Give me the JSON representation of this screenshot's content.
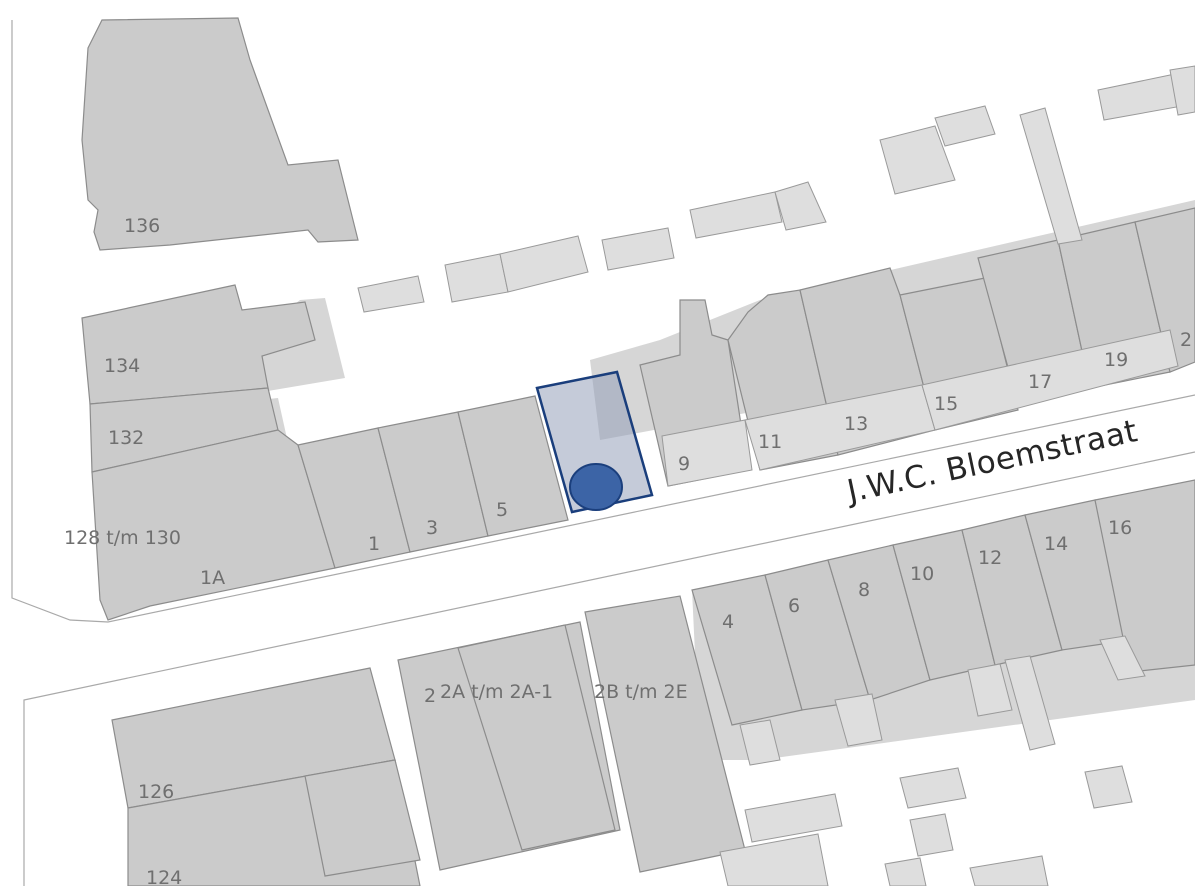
{
  "map": {
    "street_name": "J.W.C. Bloemstraat",
    "house_numbers": {
      "n136": "136",
      "n134": "134",
      "n132": "132",
      "n128_130": "128 t/m 130",
      "n1a": "1A",
      "n1": "1",
      "n3": "3",
      "n5": "5",
      "n9": "9",
      "n11": "11",
      "n13": "13",
      "n15": "15",
      "n17": "17",
      "n19": "19",
      "n2_cut": "2",
      "n4": "4",
      "n6": "6",
      "n8": "8",
      "n10": "10",
      "n12": "12",
      "n14": "14",
      "n16": "16",
      "n2": "2",
      "n2a": "2A t/m 2A-1",
      "n2b": "2B t/m 2E",
      "n126": "126",
      "n124": "124"
    },
    "colors": {
      "building": "#cbcbcb",
      "outbuilding": "#dedede",
      "selected_plot_outline": "#1a3e7c",
      "location_marker": "#3c64a6"
    }
  }
}
